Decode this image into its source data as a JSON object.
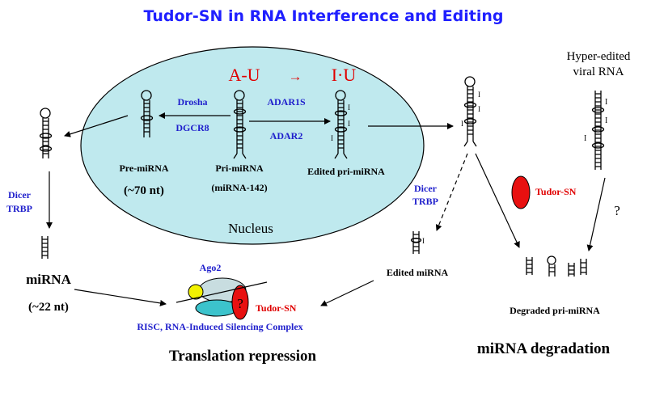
{
  "title": "Tudor-SN in RNA Interference and Editing",
  "editing": {
    "from": "A-U",
    "arrow": "→",
    "to": "I·U"
  },
  "nucleus_label": "Nucleus",
  "enzymes": {
    "drosha": "Drosha",
    "dgcr8": "DGCR8",
    "adar1s": "ADAR1S",
    "adar2": "ADAR2",
    "dicer_left": "Dicer",
    "trbp_left": "TRBP",
    "dicer_right": "Dicer",
    "trbp_right": "TRBP",
    "ago2": "Ago2",
    "tudor_sn_risc": "Tudor-SN",
    "tudor_sn_deg": "Tudor-SN"
  },
  "labels": {
    "pre_mirna": "Pre-miRNA",
    "pre_mirna_size": "(~70 nt)",
    "pri_mirna": "Pri-miRNA",
    "pri_mirna_name": "(miRNA-142)",
    "edited_pri_mirna": "Edited pri-miRNA",
    "hyper_edited_1": "Hyper-edited",
    "hyper_edited_2": "viral RNA",
    "mirna": "miRNA",
    "mirna_size": "(~22 nt)",
    "edited_mirna": "Edited miRNA",
    "degraded_pri_mirna": "Degraded pri-miRNA",
    "risc": "RISC, RNA-Induced Silencing Complex",
    "question_risc": "?",
    "question_deg": "?",
    "inosine": "I"
  },
  "outcomes": {
    "translation_repression": "Translation repression",
    "mirna_degradation": "miRNA degradation"
  },
  "colors": {
    "title": "#1f1fff",
    "enzyme": "#1f1fcc",
    "red_text": "#e00000",
    "nucleus_fill": "#bfe9ee",
    "tudor_fill": "#e81010",
    "ago_fill": "#c8dde0",
    "yellow": "#f2f200",
    "teal": "#3cc3cc"
  }
}
